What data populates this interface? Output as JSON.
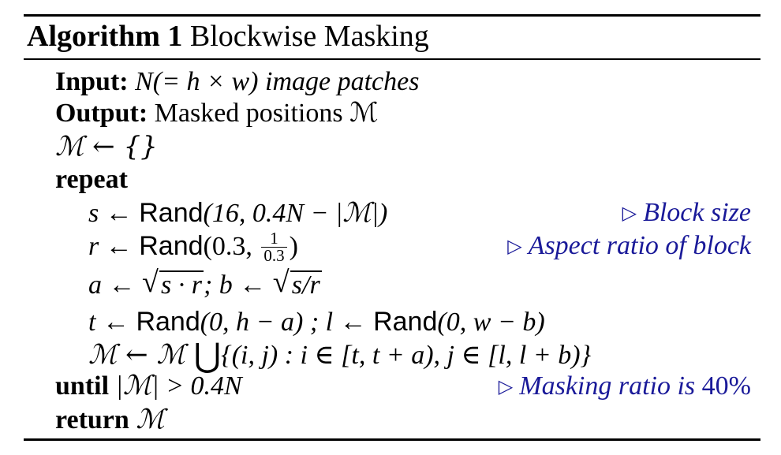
{
  "algorithm": {
    "label": "Algorithm 1",
    "title": "Blockwise Masking"
  },
  "lines": {
    "input_kw": "Input:",
    "input_text": "N(= h × w) image patches",
    "output_kw": "Output:",
    "output_text": "Masked positions ℳ",
    "init": "ℳ ← {}",
    "repeat_kw": "repeat",
    "s_pre": "s ← ",
    "s_func": "Rand",
    "s_args": "(16, 0.4N − |ℳ|)",
    "s_comment": "Block size",
    "r_pre": "r ← ",
    "r_func": "Rand",
    "r_open": "(0.3, ",
    "r_frac_num": "1",
    "r_frac_den": "0.3",
    "r_close": ")",
    "r_comment": "Aspect ratio of block",
    "a_pre": "a ← ",
    "a_rad": "s · r",
    "a_mid": "; b ← ",
    "b_rad": "s/r",
    "t_pre": "t ← ",
    "t_func": "Rand",
    "t_args": "(0, h − a) ; l ← ",
    "l_func": "Rand",
    "l_args": "(0, w − b)",
    "union_pre": "ℳ ← ℳ ",
    "union_sym": "⋃",
    "union_post": "{(i, j) : i ∈ [t, t + a), j ∈ [l, l + b)}",
    "until_kw": "until",
    "until_text": "|ℳ| > 0.4N",
    "until_comment": "Masking ratio is",
    "until_comment_pct": "40%",
    "return_kw": "return",
    "return_text": "ℳ"
  },
  "comment_marker": "▷",
  "colors": {
    "comment": "#1a1a99",
    "text": "#000000"
  }
}
